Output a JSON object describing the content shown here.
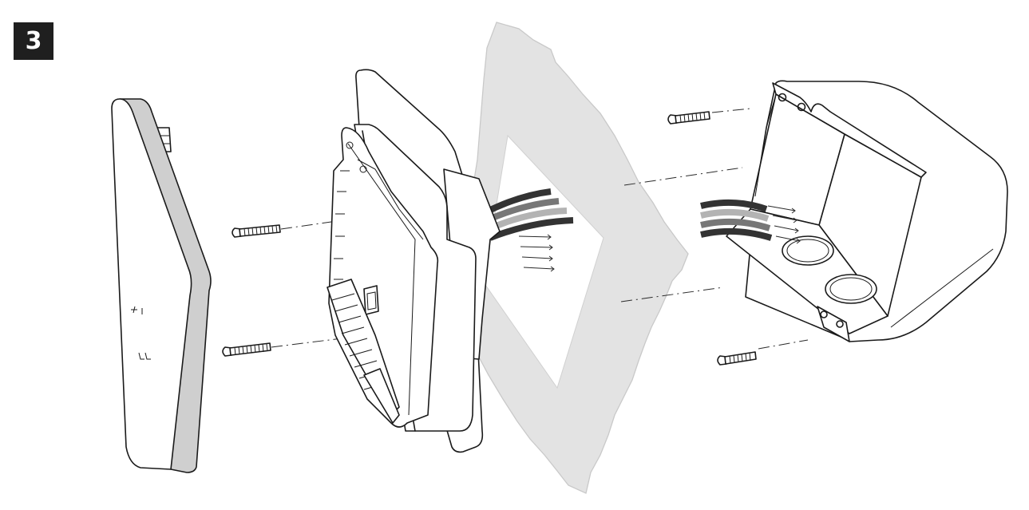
{
  "step": {
    "number": "3"
  },
  "colors": {
    "badge_bg": "#1f1f1f",
    "badge_text": "#ffffff",
    "line": "#1a1a1a",
    "wall": "#e3e3e3",
    "wall_edge": "#c9c9c9",
    "faceplate_edge": "#cfcfcf",
    "wire_dark": "#333333",
    "wire_mid": "#777777",
    "wire_light": "#b3b3b3"
  },
  "icons": [
    "step-number-badge",
    "thermostat-faceplate",
    "screw-icon",
    "backplate",
    "wall-cutout",
    "wire-bundle",
    "electrical-box"
  ]
}
